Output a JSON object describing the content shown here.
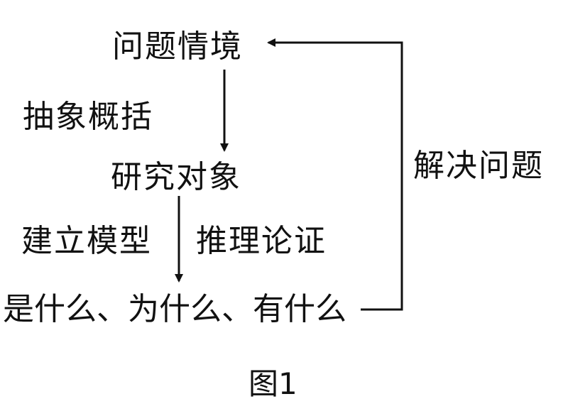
{
  "diagram": {
    "nodes": {
      "problem_situation": "问题情境",
      "research_object": "研究对象",
      "what_why_how": "是什么、为什么、有什么"
    },
    "edge_labels": {
      "abstract_generalize": "抽象概括",
      "build_model": "建立模型",
      "reasoning_proof": "推理论证",
      "solve_problem": "解决问题"
    },
    "caption": "图1",
    "line_color": "#111111"
  }
}
